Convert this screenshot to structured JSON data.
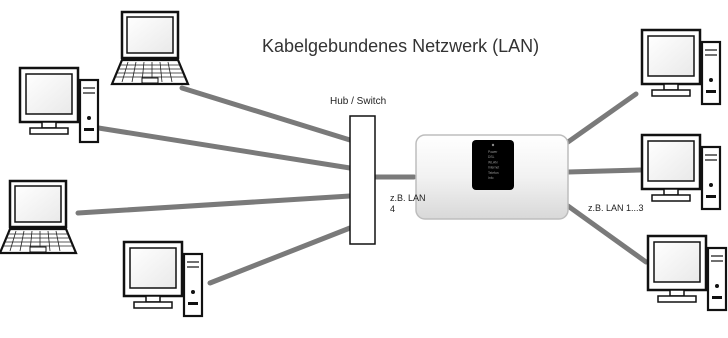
{
  "diagram": {
    "title": "Kabelgebundenes Netzwerk (LAN)",
    "hub_label": "Hub / Switch",
    "router_port_label": "z.B. LAN 4",
    "router_ports_label": "z.B. LAN 1...3"
  },
  "router_display_lines": [
    "Power",
    "DSL",
    "WLAN",
    "Internet",
    "Telefon",
    "Info"
  ],
  "colors": {
    "cable": "#7a7a7a",
    "outline": "#111111",
    "router_body": "#f3f3f3",
    "router_panel": "#000000"
  }
}
